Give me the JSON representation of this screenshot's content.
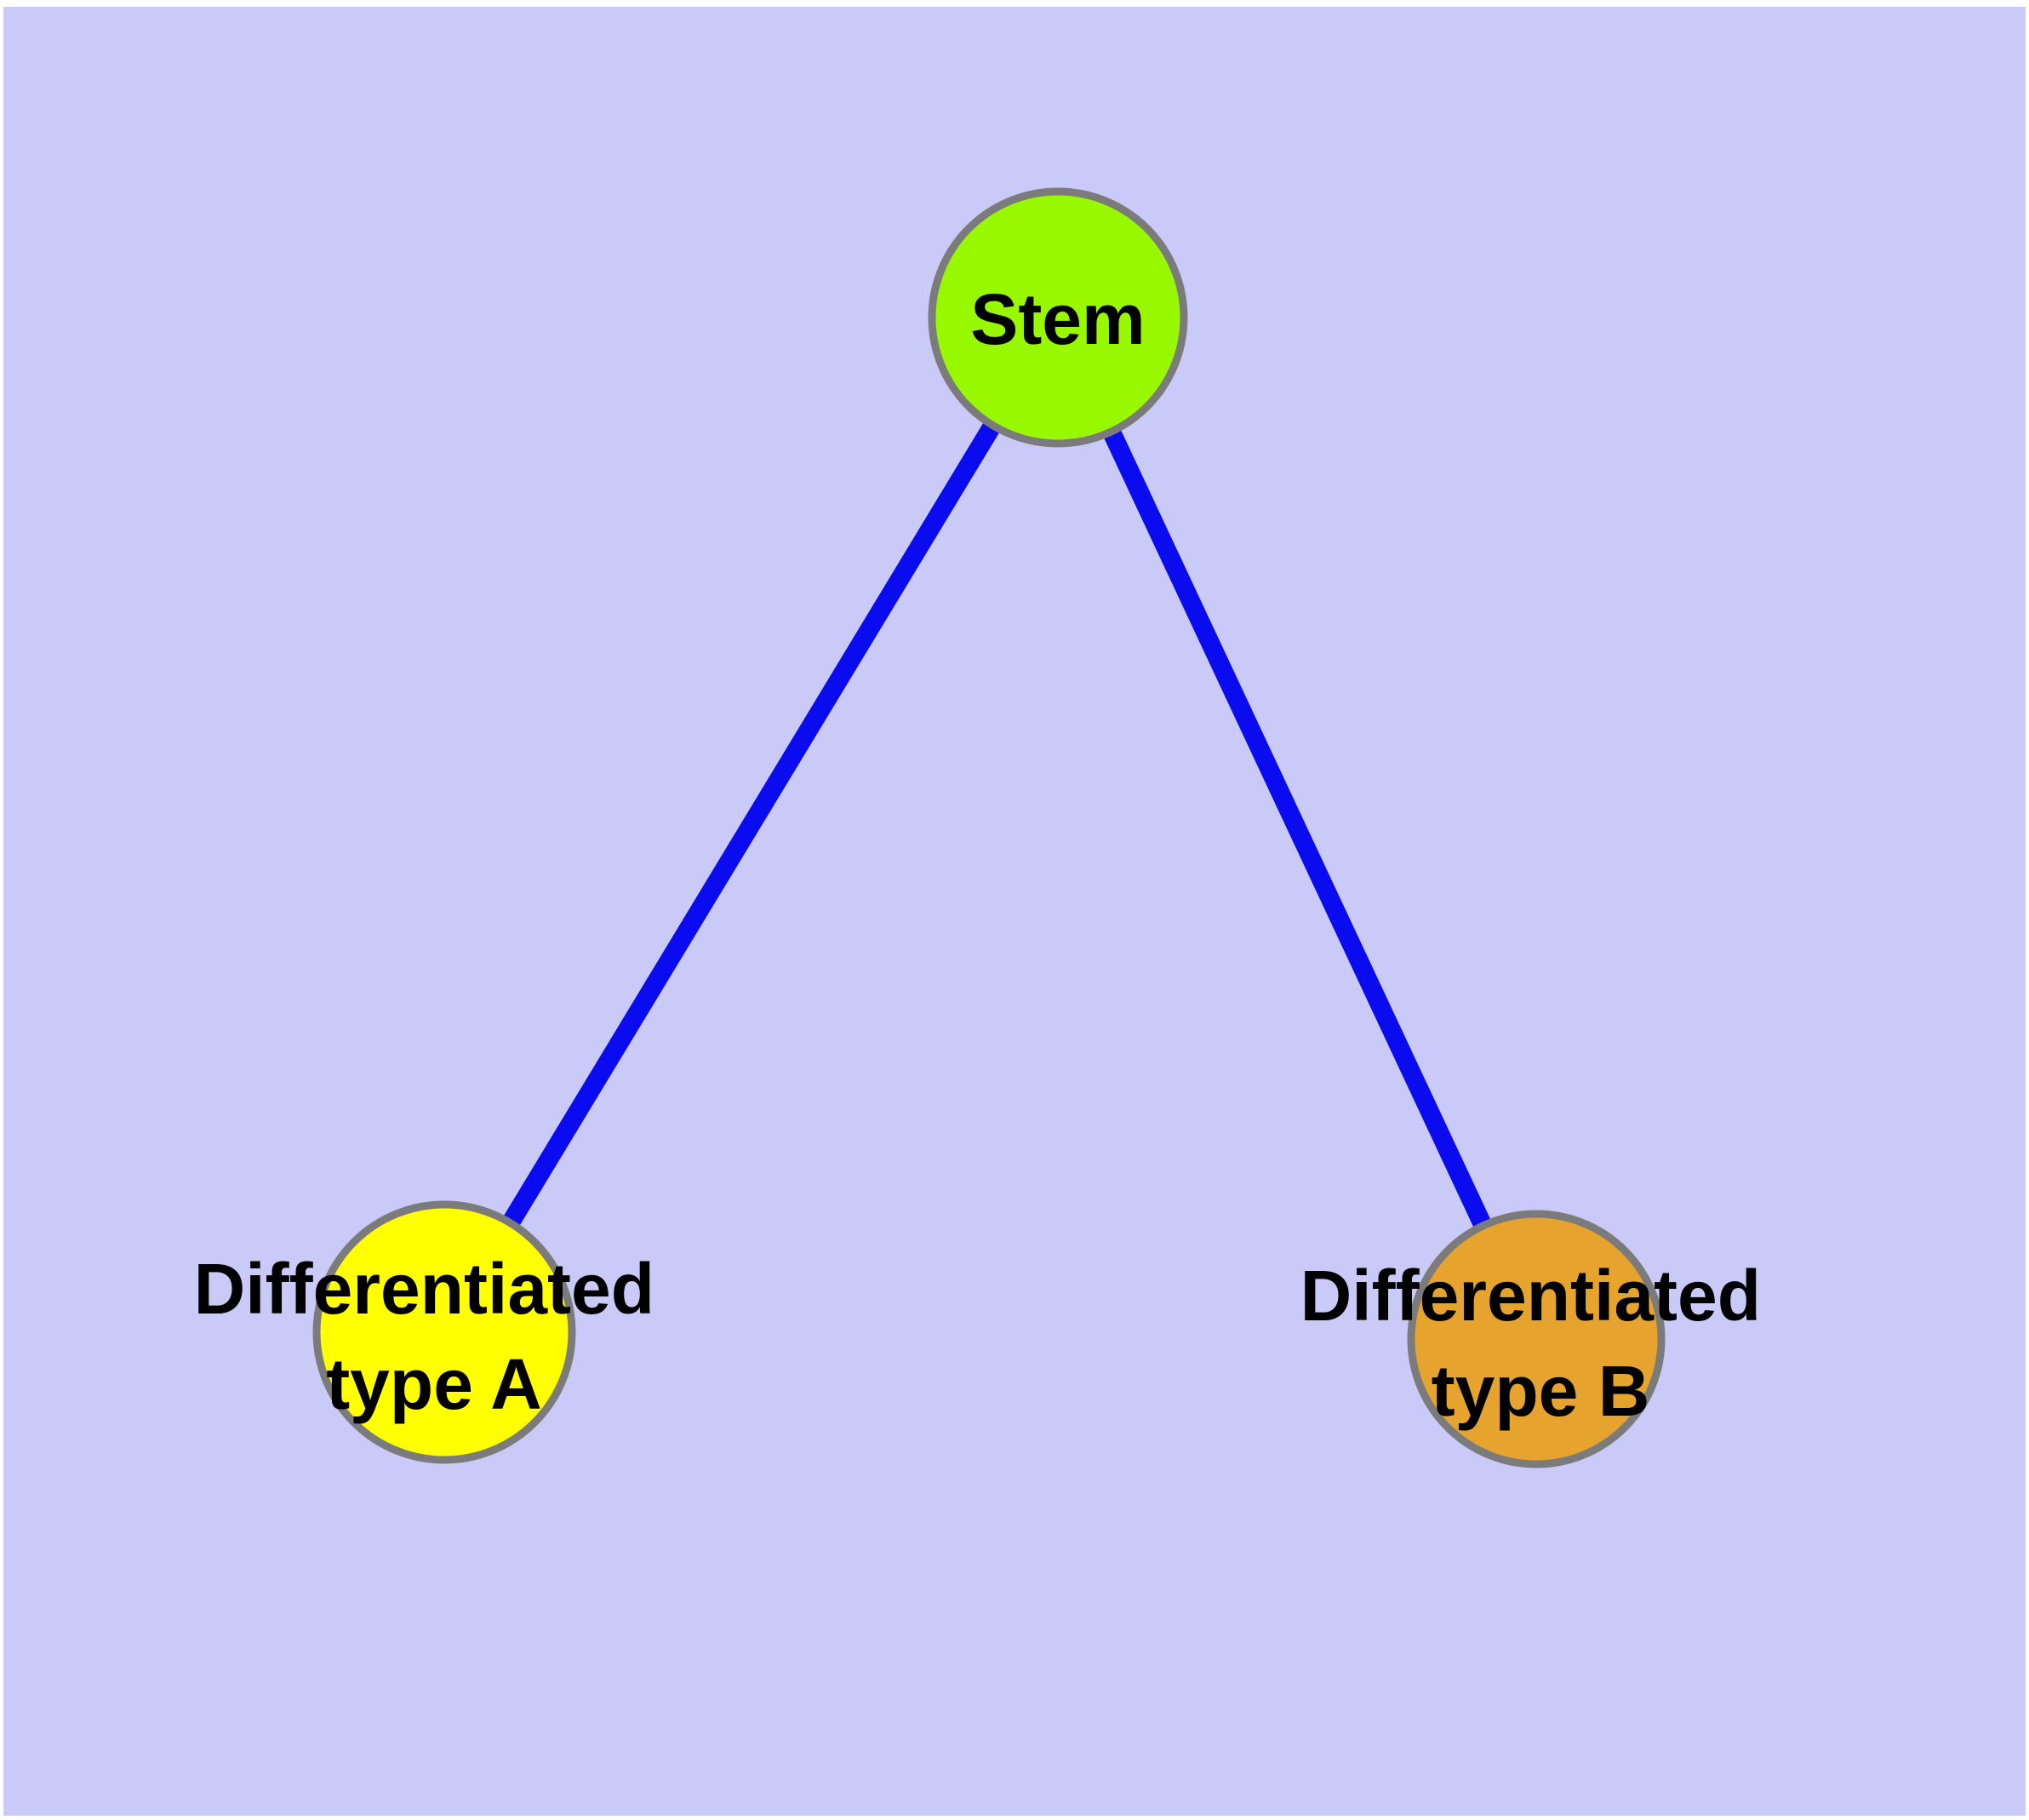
{
  "diagram": {
    "type": "graph",
    "description": "Stem cell differentiation graph: one stem node linked to two differentiated cell-type nodes",
    "colors": {
      "page_margin": "#FFFFFF",
      "background": "#CACAF8",
      "edge": "#0B0BEF",
      "node_border": "#7B7B7B",
      "label": "#000000",
      "stem_fill": "#98F800",
      "type_a_fill": "#FFFF00",
      "type_b_fill": "#E6A32E"
    },
    "nodes": {
      "stem": {
        "label": "Stem"
      },
      "type_a": {
        "label_line1": "Differentiated",
        "label_line2": "type A"
      },
      "type_b": {
        "label_line1": "Differentiated",
        "label_line2": "type B"
      }
    },
    "edges": [
      {
        "from": "Stem",
        "to": "Differentiated type A"
      },
      {
        "from": "Stem",
        "to": "Differentiated type B"
      }
    ]
  }
}
